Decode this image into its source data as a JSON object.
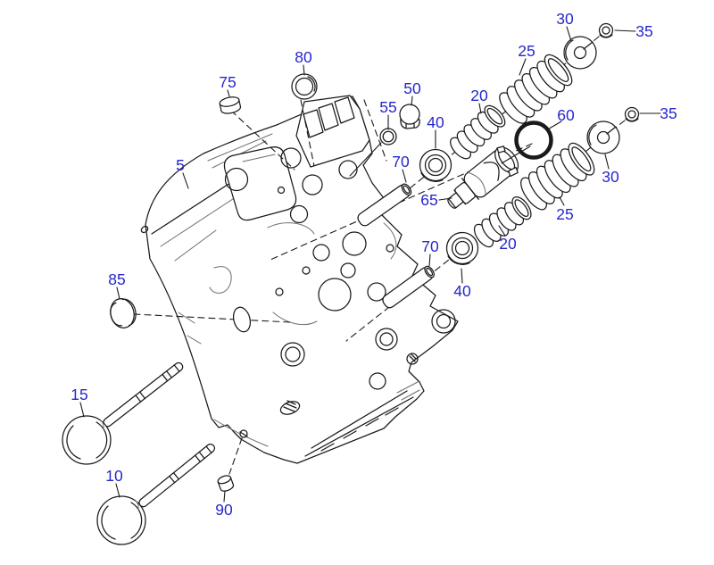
{
  "colors": {
    "label": "#2626CE",
    "ink": "#1a1a1a",
    "bg": "#ffffff"
  },
  "callouts": [
    {
      "text": "30",
      "part": "valve-spring-retainer-upper"
    },
    {
      "text": "35",
      "part": "valve-keeper-upper"
    },
    {
      "text": "25",
      "part": "outer-valve-spring-upper"
    },
    {
      "text": "80",
      "part": "sealing-ring"
    },
    {
      "text": "75",
      "part": "cap-plug"
    },
    {
      "text": "50",
      "part": "screw-plug"
    },
    {
      "text": "20",
      "part": "inner-valve-spring-upper"
    },
    {
      "text": "55",
      "part": "seal-washer"
    },
    {
      "text": "35",
      "part": "valve-keeper-lower"
    },
    {
      "text": "60",
      "part": "o-ring"
    },
    {
      "text": "40",
      "part": "valve-stem-seal-upper"
    },
    {
      "text": "5",
      "part": "cylinder-head"
    },
    {
      "text": "70",
      "part": "guide-sleeve-upper"
    },
    {
      "text": "30",
      "part": "valve-spring-retainer-lower"
    },
    {
      "text": "65",
      "part": "valve-tappet"
    },
    {
      "text": "25",
      "part": "outer-valve-spring-lower"
    },
    {
      "text": "70",
      "part": "guide-sleeve-lower"
    },
    {
      "text": "20",
      "part": "inner-valve-spring-lower"
    },
    {
      "text": "85",
      "part": "cup-plug-side"
    },
    {
      "text": "40",
      "part": "valve-stem-seal-lower"
    },
    {
      "text": "15",
      "part": "intake-valve"
    },
    {
      "text": "10",
      "part": "exhaust-valve"
    },
    {
      "text": "90",
      "part": "dowel-sleeve"
    }
  ]
}
